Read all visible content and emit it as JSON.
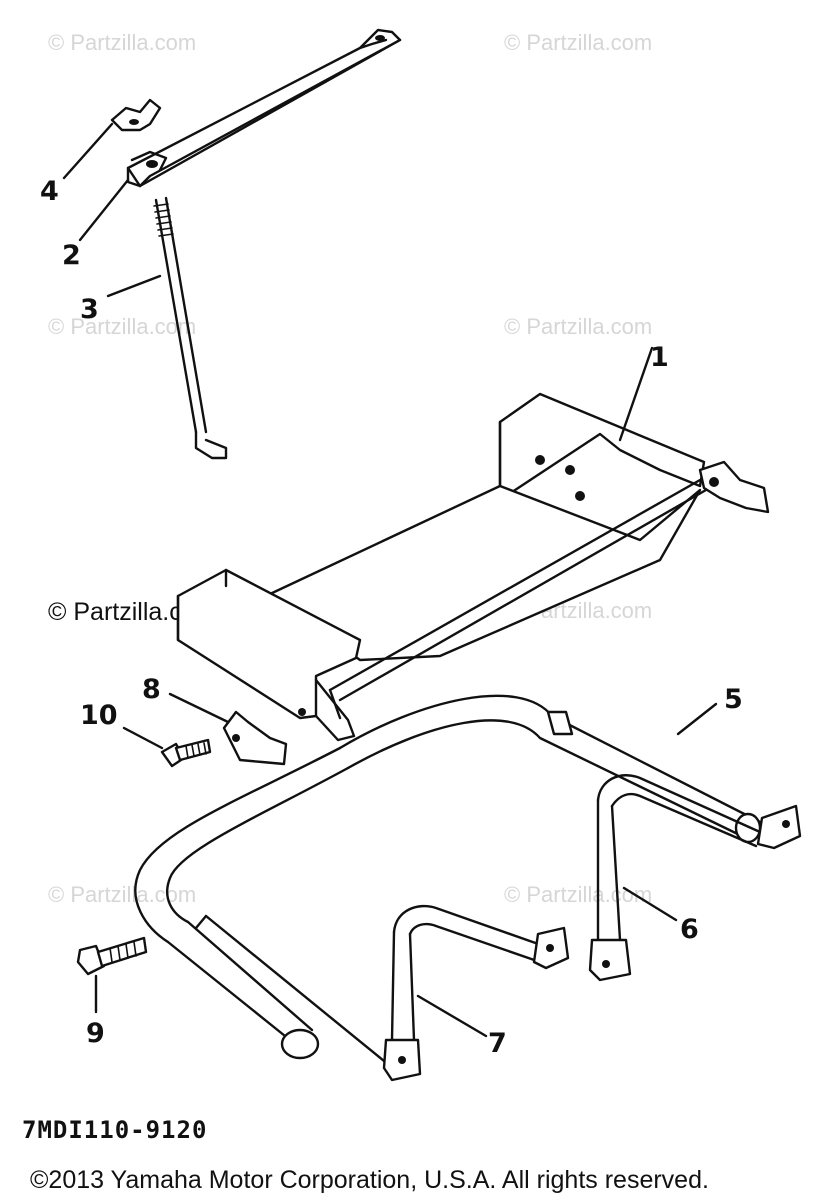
{
  "watermarks": [
    "© Partzilla.com",
    "© Partzilla.com",
    "© Partzilla.com",
    "© Partzilla.com",
    "© Partzilla.com",
    "© Partzilla.com",
    "© Partzilla.com",
    "© Partzilla.com"
  ],
  "callouts": [
    "1",
    "2",
    "3",
    "4",
    "5",
    "6",
    "7",
    "8",
    "9",
    "10"
  ],
  "part_code": "7MDI110-9120",
  "copyright": "©2013  Yamaha Motor Corporation, U.S.A. All rights reserved.",
  "colors": {
    "ink": "#111111",
    "watermark": "#d6d6d6",
    "background": "#ffffff"
  }
}
